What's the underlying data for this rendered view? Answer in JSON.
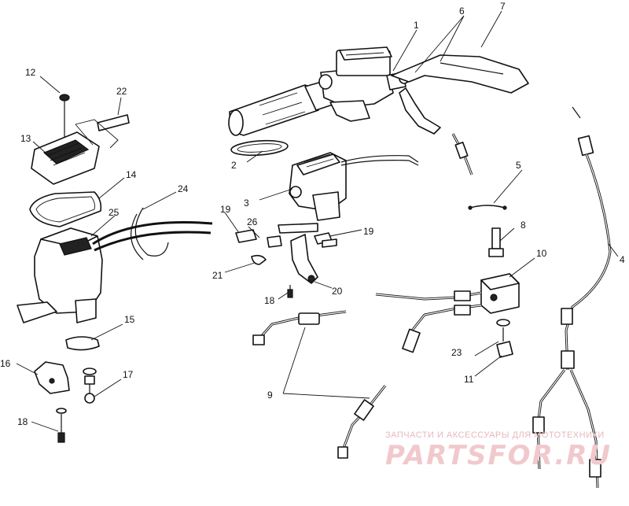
{
  "diagram": {
    "callouts": {
      "c1": "1",
      "c2": "2",
      "c3": "3",
      "c4": "4",
      "c5": "5",
      "c6": "6",
      "c7": "7",
      "c8": "8",
      "c9": "9",
      "c10": "10",
      "c11": "11",
      "c12": "12",
      "c13": "13",
      "c14": "14",
      "c15": "15",
      "c16": "16",
      "c17": "17",
      "c18a": "18",
      "c18b": "18",
      "c19a": "19",
      "c19b": "19",
      "c20": "20",
      "c21": "21",
      "c22": "22",
      "c23": "23",
      "c24": "24",
      "c25": "25",
      "c26": "26"
    }
  },
  "watermark": {
    "tagline": "ЗАПЧАСТИ И АКСЕССУАРЫ ДЛЯ МОТОТЕХНИКИ",
    "brand": "PARTSFOR.RU"
  }
}
